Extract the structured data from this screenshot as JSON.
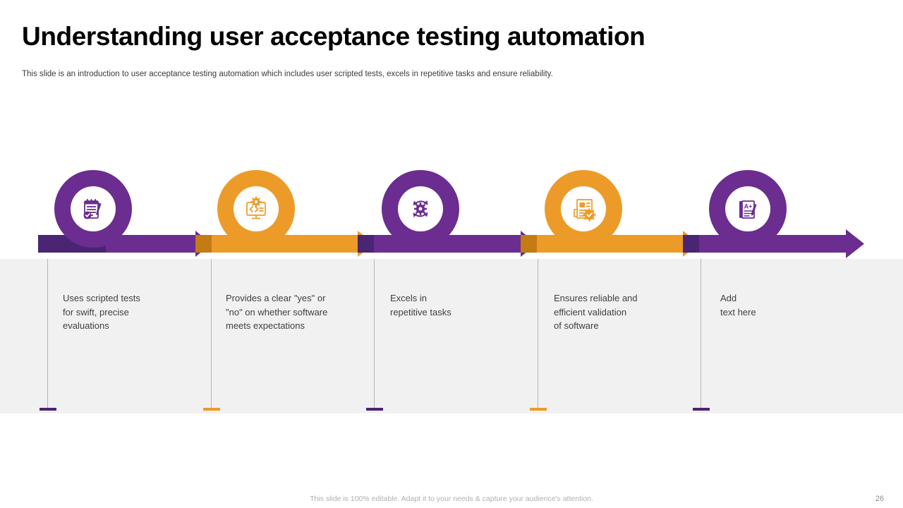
{
  "header": {
    "title": "Understanding user acceptance testing automation",
    "subtitle": "This slide is an introduction to user acceptance testing automation which includes user scripted tests, excels in repetitive tasks and ensure reliability."
  },
  "colors": {
    "purple": "#6B2D90",
    "purple_dark": "#4A2573",
    "orange": "#ED9B28",
    "orange_dark": "#C47B14",
    "band_gray": "#f1f1f1",
    "text_gray": "#3f3f3f",
    "divider_gray": "#b9b4b4"
  },
  "steps": [
    {
      "index": 1,
      "color": "purple",
      "icon": "notepad-check-pen-icon",
      "text": "Uses scripted tests\nfor swift, precise\nevaluations"
    },
    {
      "index": 2,
      "color": "orange",
      "icon": "monitor-code-gear-icon",
      "text": "Provides a clear \"yes\" or\n\"no\" on whether software\nmeets expectations"
    },
    {
      "index": 3,
      "color": "purple",
      "icon": "gear-cycle-arrows-icon",
      "text": "Excels in\nrepetitive tasks"
    },
    {
      "index": 4,
      "color": "orange",
      "icon": "certificate-check-seal-icon",
      "text": "Ensures reliable and\nefficient validation\nof software"
    },
    {
      "index": 5,
      "color": "purple",
      "icon": "report-a-plus-pencil-icon",
      "text": "Add\ntext here"
    }
  ],
  "footer": {
    "note": "This slide is 100% editable. Adapt it to your needs & capture your audience's attention.",
    "page_number": "26"
  }
}
